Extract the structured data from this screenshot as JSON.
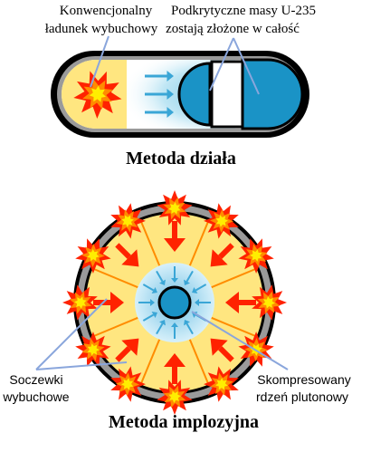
{
  "gun": {
    "label_left_line1": "Konwencjonalny",
    "label_left_line2": "ładunek wybuchowy",
    "label_right_line1": "Podkrytyczne masy U-235",
    "label_right_line2": "zostają złożone w całość",
    "caption": "Metoda działa"
  },
  "implosion": {
    "label_left_line1": "Soczewki",
    "label_left_line2": "wybuchowe",
    "label_right_line1": "Skompresowany",
    "label_right_line2": "rdzeń plutonowy",
    "caption": "Metoda implozyjna"
  },
  "colors": {
    "casing_outer": "#000000",
    "casing_fill": "#9a9a9a",
    "explosive_yellow": "#ffe680",
    "flame_red": "#ff2200",
    "flame_orange": "#ff8c00",
    "flame_yellow": "#ffee00",
    "uranium_blue": "#1a93c6",
    "glow_blue": "#b8e2f2",
    "arrow_blue": "#3aa6d6",
    "pointer_line": "#8aa6dc"
  }
}
